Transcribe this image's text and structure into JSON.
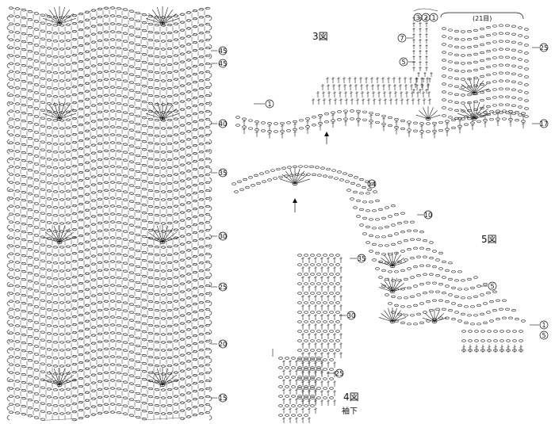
{
  "fig3": {
    "title": "3図",
    "span_label": "(21目)"
  },
  "fig4": {
    "title": "4図",
    "subtitle": "袖下"
  },
  "fig5": {
    "title": "5図"
  },
  "left_chart": {
    "row_labels": [
      "45",
      "45",
      "40",
      "35",
      "30",
      "25",
      "20",
      "15"
    ]
  },
  "fig3_markers": {
    "top": [
      "3",
      "2",
      "1"
    ],
    "left_side": [
      "7",
      "5"
    ],
    "row1": "1",
    "right_a": "25",
    "right_b": "17"
  },
  "fig5_markers": [
    "14",
    "10",
    "5",
    "1",
    "5"
  ],
  "fig4_markers": [
    "35",
    "30",
    "25"
  ],
  "colors": {
    "ink": "#1a1a1a",
    "paper": "#ffffff"
  }
}
